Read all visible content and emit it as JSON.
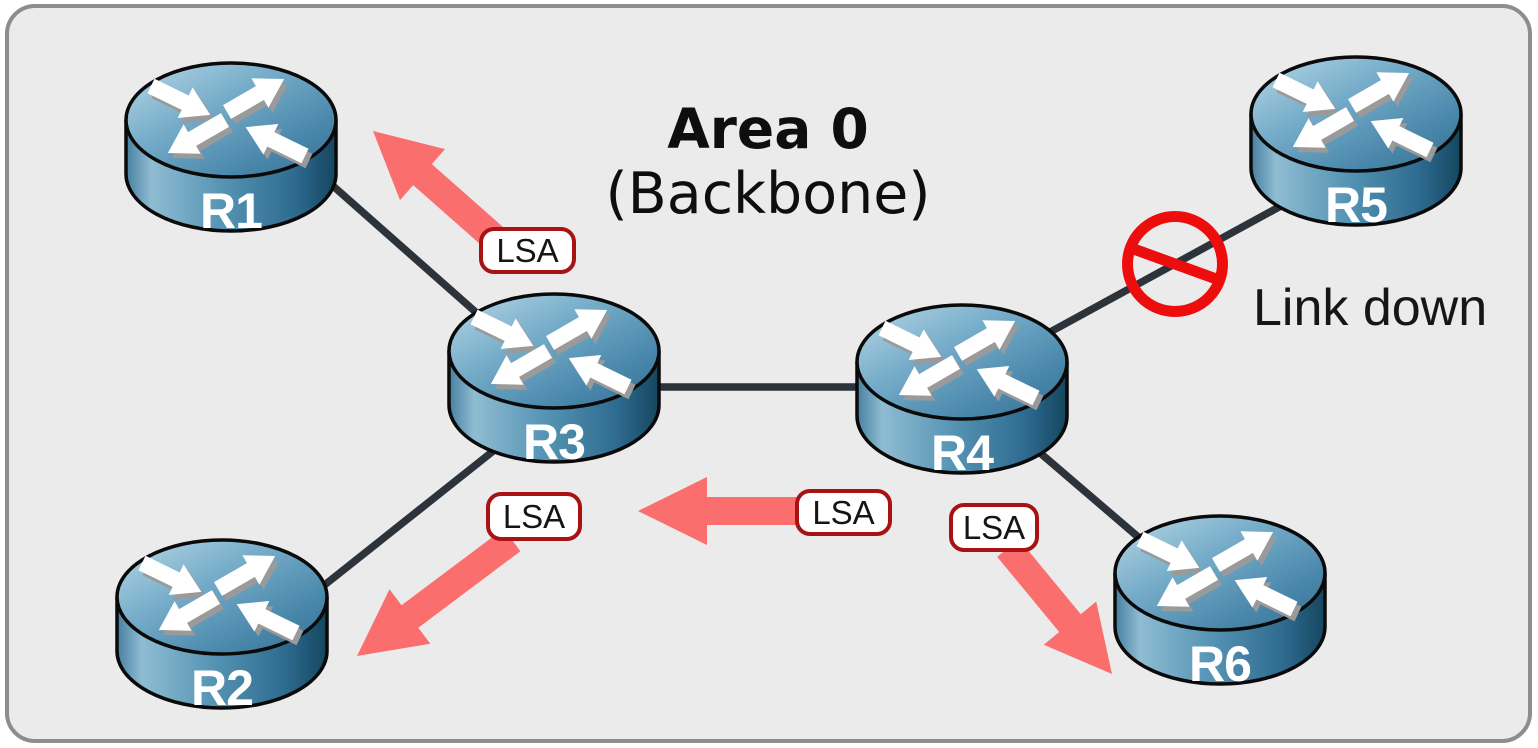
{
  "title": {
    "line1": "Area 0",
    "line2": "(Backbone)"
  },
  "annotations": {
    "link_down": "Link down"
  },
  "nodes": [
    {
      "label": "R1"
    },
    {
      "label": "R2"
    },
    {
      "label": "R3"
    },
    {
      "label": "R4"
    },
    {
      "label": "R5"
    },
    {
      "label": "R6"
    }
  ],
  "links": [
    {
      "from": "R1",
      "to": "R3",
      "status": "up"
    },
    {
      "from": "R2",
      "to": "R3",
      "status": "up"
    },
    {
      "from": "R3",
      "to": "R4",
      "status": "up"
    },
    {
      "from": "R4",
      "to": "R5",
      "status": "down"
    },
    {
      "from": "R4",
      "to": "R6",
      "status": "up"
    }
  ],
  "lsa_flows": [
    {
      "label": "LSA",
      "from": "R3",
      "toward": "R1"
    },
    {
      "label": "LSA",
      "from": "R3",
      "toward": "R2"
    },
    {
      "label": "LSA",
      "from": "R4",
      "toward": "R3"
    },
    {
      "label": "LSA",
      "from": "R4",
      "toward": "R6"
    }
  ],
  "icons": {
    "router": "cisco-router-icon",
    "link_down": "no-entry-icon",
    "flood_arrow": "lsa-flood-arrow"
  },
  "colors": {
    "background": "#ebebeb",
    "frame_border": "#8d8d8d",
    "link": "#2d333b",
    "lsa_arrow": "#fa6e6e",
    "badge_border": "#a81212",
    "badge_bg": "#ffffff",
    "prohibit_red": "#ee0d0d",
    "router_blue_light": "#b9d9e7",
    "router_blue_dark": "#2e6b90",
    "text": "#111111"
  }
}
